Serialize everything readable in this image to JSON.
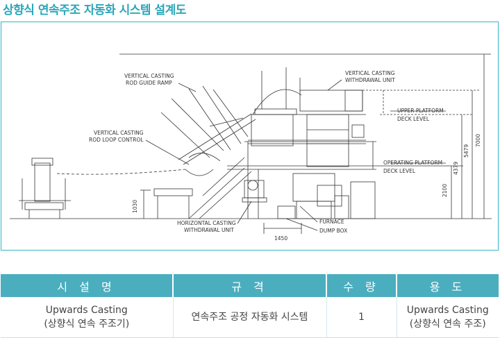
{
  "title": "상향식 연속주조 자동화 시스템 설계도",
  "drawing": {
    "labels": {
      "rod_guide_ramp_1": "VERTICAL CASTING",
      "rod_guide_ramp_2": "ROD GUIDE RAMP",
      "loop_control_1": "VERTICAL CASTING",
      "loop_control_2": "ROD LOOP CONTROL",
      "withdrawal_unit_1": "VERTICAL CASTING",
      "withdrawal_unit_2": "WITHDRAWAL UNIT",
      "upper_platform_1": "UPPER PLATFORM",
      "upper_platform_2": "DECK LEVEL",
      "operating_platform_1": "OPERATING PLATFORM",
      "operating_platform_2": "DECK LEVEL",
      "horizontal_1": "HORIZONTAL CASTING",
      "horizontal_2": "WITHDRAWAL UNIT",
      "furnace": "FURNACE",
      "dump_box": "DUMP BOX"
    },
    "dimensions": {
      "d1030": "1030",
      "d1450": "1450",
      "d2100": "2100",
      "d4379": "4379",
      "d5479": "5479",
      "d7000": "7000"
    }
  },
  "table": {
    "headers": [
      "시 설 명",
      "규 격",
      "수 량",
      "용 도"
    ],
    "rows": [
      {
        "name_line1": "Upwards Casting",
        "name_line2": "(상향식 연속 주조기)",
        "spec": "연속주조 공정 자동화 시스템",
        "qty": "1",
        "use_line1": "Upwards Casting",
        "use_line2": "(상향식 연속 주조)"
      }
    ]
  },
  "colors": {
    "accent": "#2aa6b8",
    "header_bg": "#4aaebf"
  }
}
